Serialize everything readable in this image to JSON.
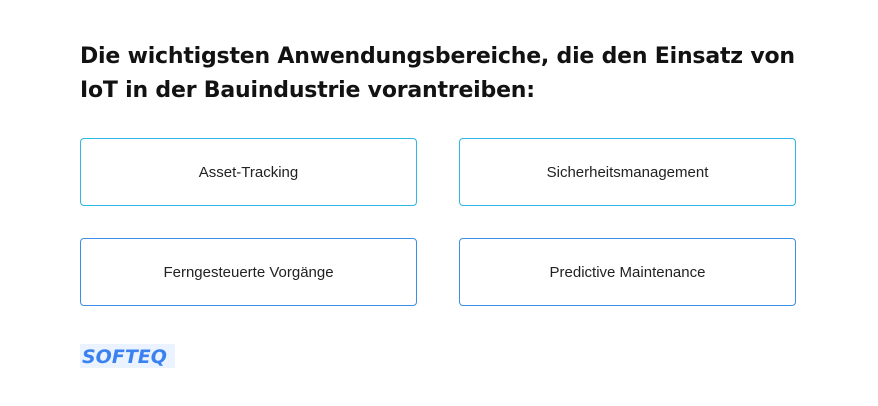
{
  "heading": "Die wichtigsten Anwendungsbereiche, die den Einsatz von IoT in der Bauindustrie vorantreiben:",
  "cards": [
    {
      "label": "Asset-Tracking"
    },
    {
      "label": "Sicherheitsmanagement"
    },
    {
      "label": "Ferngesteuerte Vorgänge"
    },
    {
      "label": "Predictive Maintenance"
    }
  ],
  "logo": {
    "text": "SOFTEQ",
    "color": "#3b82f0"
  }
}
